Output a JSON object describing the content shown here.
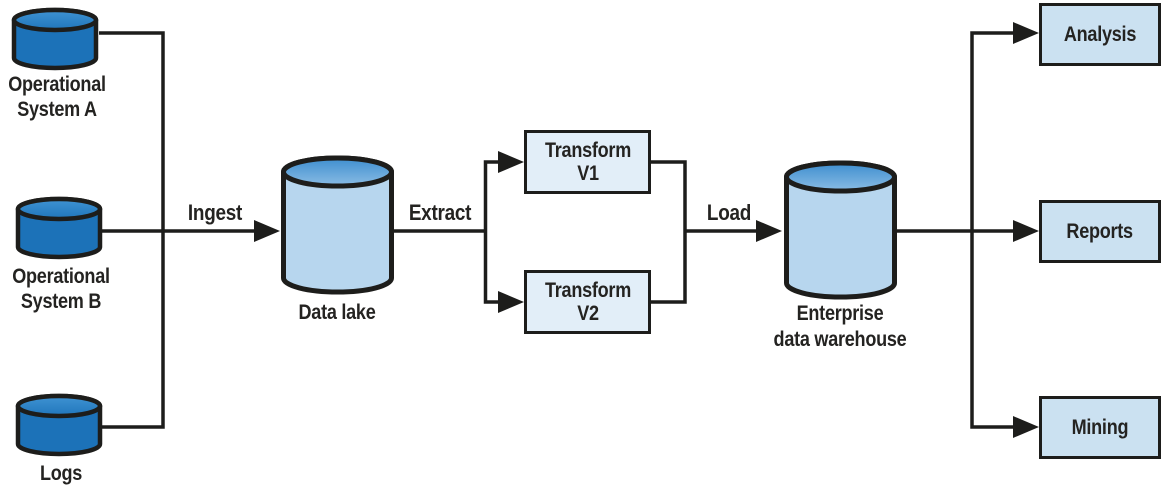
{
  "diagram": {
    "type": "data-pipeline-flow",
    "nodes": {
      "op_system_a": {
        "shape": "database-cylinder",
        "label_line1": "Operational",
        "label_line2": "System A"
      },
      "op_system_b": {
        "shape": "database-cylinder",
        "label_line1": "Operational",
        "label_line2": "System B"
      },
      "logs": {
        "shape": "database-cylinder",
        "label_line1": "Logs"
      },
      "data_lake": {
        "shape": "database-cylinder",
        "label_line1": "Data lake"
      },
      "transform_v1": {
        "shape": "rectangle",
        "label_line1": "Transform",
        "label_line2": "V1"
      },
      "transform_v2": {
        "shape": "rectangle",
        "label_line1": "Transform",
        "label_line2": "V2"
      },
      "warehouse": {
        "shape": "database-cylinder",
        "label_line1": "Enterprise",
        "label_line2": "data warehouse"
      },
      "analysis": {
        "shape": "rectangle",
        "label_line1": "Analysis"
      },
      "reports": {
        "shape": "rectangle",
        "label_line1": "Reports"
      },
      "mining": {
        "shape": "rectangle",
        "label_line1": "Mining"
      }
    },
    "edges": {
      "ingest": {
        "label": "Ingest",
        "from": [
          "op_system_a",
          "op_system_b",
          "logs"
        ],
        "to": "data_lake"
      },
      "extract": {
        "label": "Extract",
        "from": "data_lake",
        "to": [
          "transform_v1",
          "transform_v2"
        ]
      },
      "load": {
        "label": "Load",
        "from": [
          "transform_v1",
          "transform_v2"
        ],
        "to": "warehouse"
      },
      "fanout": {
        "label": "",
        "from": "warehouse",
        "to": [
          "analysis",
          "reports",
          "mining"
        ]
      }
    }
  },
  "colors": {
    "line": "#1d1d1b",
    "text": "#242321",
    "box_border": "#1d1d1b",
    "source_cylinder_body": "#1c72b8",
    "source_cylinder_top": "#3f93d3",
    "source_cylinder_top2": "#2076bb",
    "lake_cylinder_body": "#b7d6ee",
    "lake_cylinder_top": "#3e8ecf",
    "lake_cylinder_top2": "#8abce4",
    "transform_box_fill": "#e2eef8",
    "output_box_fill": "#cbe1f1"
  }
}
